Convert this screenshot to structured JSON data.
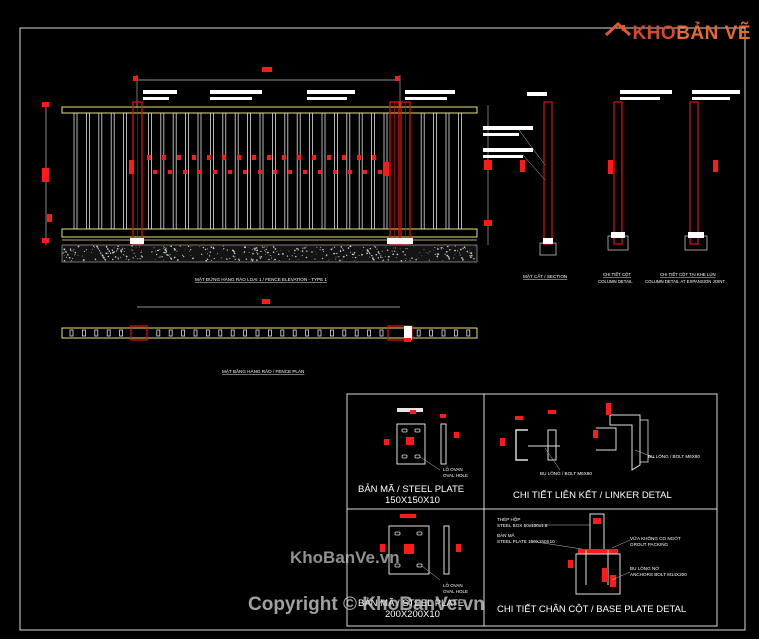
{
  "watermark": {
    "logo_text_k": "KHO",
    "logo_text_b": "BẢN VẼ",
    "center_text": "KhoBanVe.vn",
    "copyright_text": "Copyright © KhoBanVe.vn"
  },
  "drawing": {
    "elevation_caption": "MẶT ĐỨNG HÀNG RÀO LOẠI 1 / FENCE ELEVATION - TYPE 1",
    "plan_caption": "MẶT BẰNG HÀNG RÀO / FENCE PLAN",
    "section_caption": "MẶT CẮT / SECTION",
    "column_caption_1": "CHI TIẾT CỘT",
    "column_caption_2": "COLUMN DETAIL",
    "expansion_caption_1": "CHI TIẾT CỘT TẠI KHE LÚN",
    "expansion_caption_2": "COLUMN DETAIL AT EXPANSION JOINT"
  },
  "details": {
    "plate_small": {
      "title": "BẢN MÃ / STEEL PLATE",
      "size": "150X150X10",
      "note_1": "LỖ OVAN",
      "note_2": "OVAL HOLE"
    },
    "plate_large": {
      "title": "BẢN MÃ / STEEL PLATE",
      "size": "200X200X10",
      "note_1": "LỖ OVAN",
      "note_2": "OVAL HOLE"
    },
    "linker": {
      "title": "CHI TIẾT LIÊN KẾT / LINKER DETAL",
      "bolt_left": "BU LÔNG / BOLT M6X80",
      "bolt_right": "BU LÔNG / BOLT M6X80"
    },
    "base": {
      "title": "CHI TIẾT CHÂN CỘT / BASE PLATE DETAL",
      "note_1": "THÉP HỘP",
      "note_2": "STEEL BOX 50x100x1.8",
      "note_3": "BẢN MÃ",
      "note_4": "STEEL PLATE 150X150X10",
      "note_5": "VỮA KHÔNG CO NGÓT",
      "note_6": "GROUT PACKING",
      "note_7": "BU LÔNG NỞ",
      "note_8": "ANCHORS BOLT M14X200"
    }
  },
  "colors": {
    "background": "#000000",
    "frame": "#d9d9d9",
    "steel": "#e0e0e0",
    "rail": "#e6e66a",
    "column": "#e01010",
    "marker": "#ff1a1a",
    "label_box": "#ffffff"
  }
}
